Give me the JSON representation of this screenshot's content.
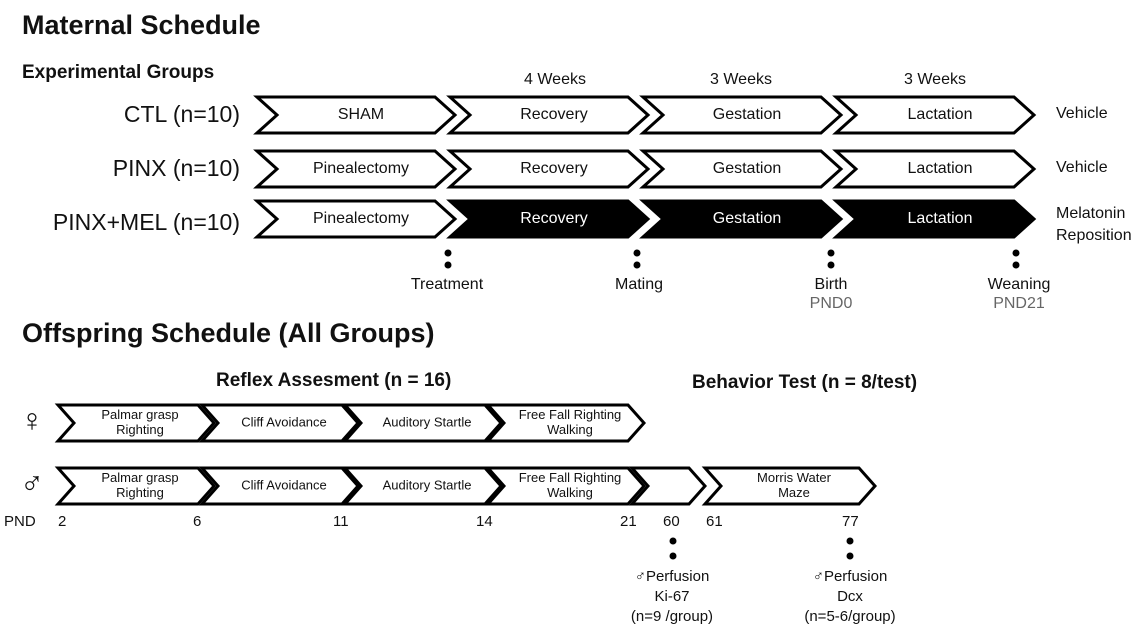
{
  "maternal": {
    "title": "Maternal Schedule",
    "groups_heading": "Experimental Groups",
    "durations": [
      "4 Weeks",
      "3 Weeks",
      "3 Weeks"
    ],
    "groups": [
      {
        "label": "CTL (n=10)",
        "stages": [
          "SHAM",
          "Recovery",
          "Gestation",
          "Lactation"
        ],
        "filled": [
          false,
          false,
          false,
          false
        ],
        "outcome": "Vehicle"
      },
      {
        "label": "PINX (n=10)",
        "stages": [
          "Pinealectomy",
          "Recovery",
          "Gestation",
          "Lactation"
        ],
        "filled": [
          false,
          false,
          false,
          false
        ],
        "outcome": "Vehicle"
      },
      {
        "label": "PINX+MEL (n=10)",
        "stages": [
          "Pinealectomy",
          "Recovery",
          "Gestation",
          "Lactation"
        ],
        "filled": [
          false,
          true,
          true,
          true
        ],
        "outcome_line1": "Melatonin",
        "outcome_line2": "Reposition"
      }
    ],
    "events": [
      {
        "label": "Treatment",
        "sub": ""
      },
      {
        "label": "Mating",
        "sub": ""
      },
      {
        "label": "Birth",
        "sub": "PND0"
      },
      {
        "label": "Weaning",
        "sub": "PND21"
      }
    ]
  },
  "offspring": {
    "title": "Offspring Schedule (All Groups)",
    "reflex_heading": "Reflex Assesment (n = 16)",
    "behavior_heading": "Behavior Test (n = 8/test)",
    "female_symbol": "♀",
    "male_symbol": "♂",
    "female_stages": [
      {
        "line1": "Palmar grasp",
        "line2": "Righting"
      },
      {
        "line1": "Cliff Avoidance",
        "line2": ""
      },
      {
        "line1": "Auditory Startle",
        "line2": ""
      },
      {
        "line1": "Free Fall Righting",
        "line2": "Walking"
      }
    ],
    "male_stages": [
      {
        "line1": "Palmar grasp",
        "line2": "Righting"
      },
      {
        "line1": "Cliff Avoidance",
        "line2": ""
      },
      {
        "line1": "Auditory Startle",
        "line2": ""
      },
      {
        "line1": "Free Fall Righting",
        "line2": "Walking"
      },
      {
        "line1": "",
        "line2": ""
      },
      {
        "line1": "Morris Water",
        "line2": "Maze"
      }
    ],
    "pnd_label": "PND",
    "pnd_ticks": [
      "2",
      "6",
      "11",
      "14",
      "21",
      "60",
      "61",
      "77"
    ],
    "perfusions": [
      {
        "line1": "♂Perfusion",
        "line2": "Ki-67",
        "line3": "(n=9 /group)"
      },
      {
        "line1": "♂Perfusion",
        "line2": "Dcx",
        "line3": "(n=5-6/group)"
      }
    ]
  }
}
